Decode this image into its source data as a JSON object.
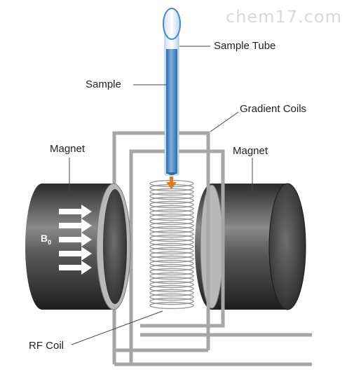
{
  "watermark": "chem17.com",
  "labels": {
    "sample_tube": "Sample Tube",
    "sample": "Sample",
    "gradient_coils": "Gradient Coils",
    "magnet_left": "Magnet",
    "magnet_right": "Magnet",
    "rf_coil": "RF Coil",
    "field": "B",
    "field_subscript": "0"
  },
  "colors": {
    "magnet_body": "#3a3a3a",
    "gradient_coil": "#a6a6a6",
    "sample_tube": "#4a86c5",
    "arrow": "#e07a1f"
  }
}
